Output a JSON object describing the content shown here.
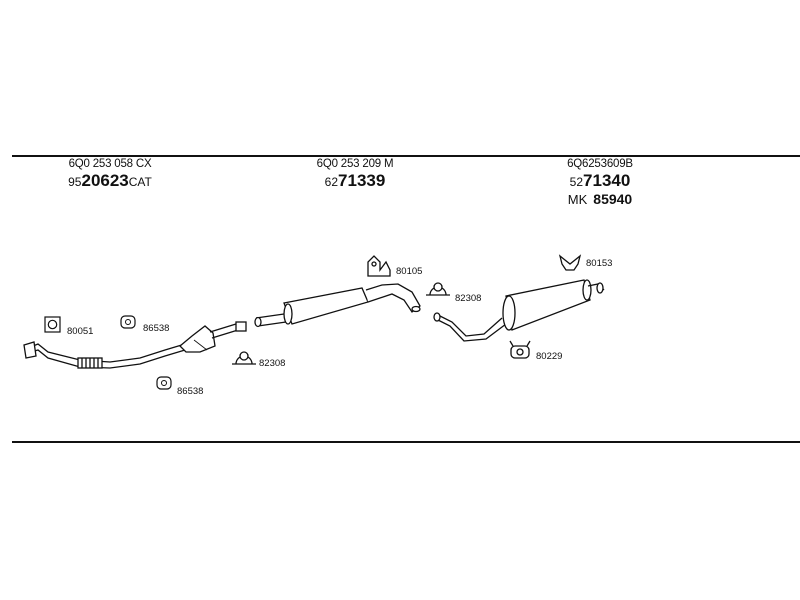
{
  "groups": [
    {
      "ref": "6Q0 253 058 CX",
      "prefix": "95",
      "number": "20623",
      "suffix": "CAT"
    },
    {
      "ref": "6Q0 253 209 M",
      "prefix": "62",
      "number": "71339",
      "suffix": ""
    },
    {
      "ref": "6Q6253609B",
      "prefix": "52",
      "number": "71340",
      "suffix": "",
      "mk_prefix": "MK",
      "mk_number": "85940"
    }
  ],
  "parts": {
    "p80051": "80051",
    "p86538a": "86538",
    "p86538b": "86538",
    "p82308a": "82308",
    "p80105": "80105",
    "p82308b": "82308",
    "p80153": "80153",
    "p80229": "80229"
  }
}
